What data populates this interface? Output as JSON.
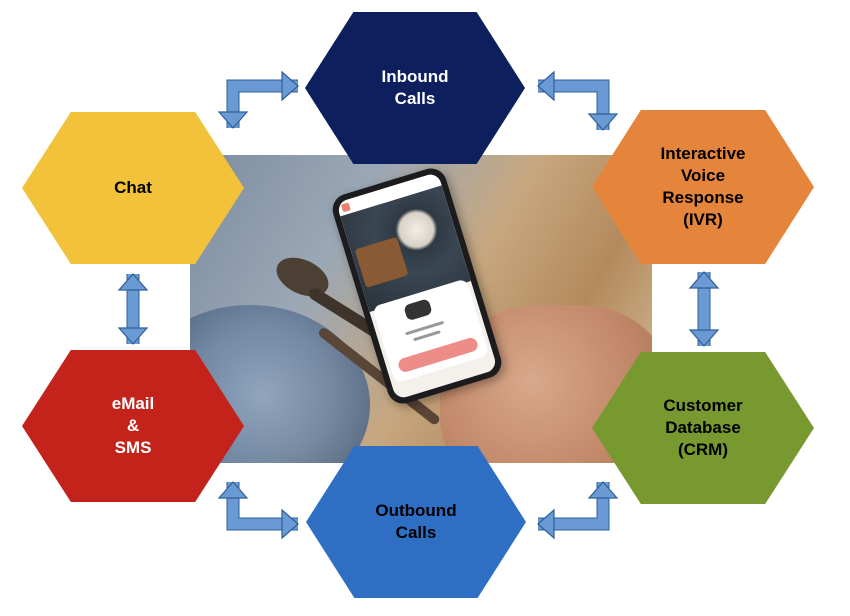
{
  "nodes": [
    {
      "id": "inbound",
      "label": "Inbound\nCalls",
      "fill": "#0d1f5c",
      "text_color": "#ffffff"
    },
    {
      "id": "ivr",
      "label": "Interactive\nVoice\nResponse\n(IVR)",
      "fill": "#e5843b",
      "text_color": "#000000"
    },
    {
      "id": "crm",
      "label": "Customer\nDatabase\n(CRM)",
      "fill": "#78992f",
      "text_color": "#000000"
    },
    {
      "id": "outbound",
      "label": "Outbound\nCalls",
      "fill": "#2e6fc4",
      "text_color": "#000000"
    },
    {
      "id": "email",
      "label": "eMail\n&\nSMS",
      "fill": "#c4231c",
      "text_color": "#ffffff"
    },
    {
      "id": "chat",
      "label": "Chat",
      "fill": "#f3c23b",
      "text_color": "#000000"
    }
  ],
  "edges": [
    {
      "from": "inbound",
      "to": "ivr"
    },
    {
      "from": "ivr",
      "to": "crm"
    },
    {
      "from": "crm",
      "to": "outbound"
    },
    {
      "from": "outbound",
      "to": "email"
    },
    {
      "from": "email",
      "to": "chat"
    },
    {
      "from": "chat",
      "to": "inbound"
    }
  ],
  "colors": {
    "arrow_fill": "#6a9ad4",
    "arrow_stroke": "#2f5f98"
  },
  "photo_icon": "phone-food-delivery-photo"
}
